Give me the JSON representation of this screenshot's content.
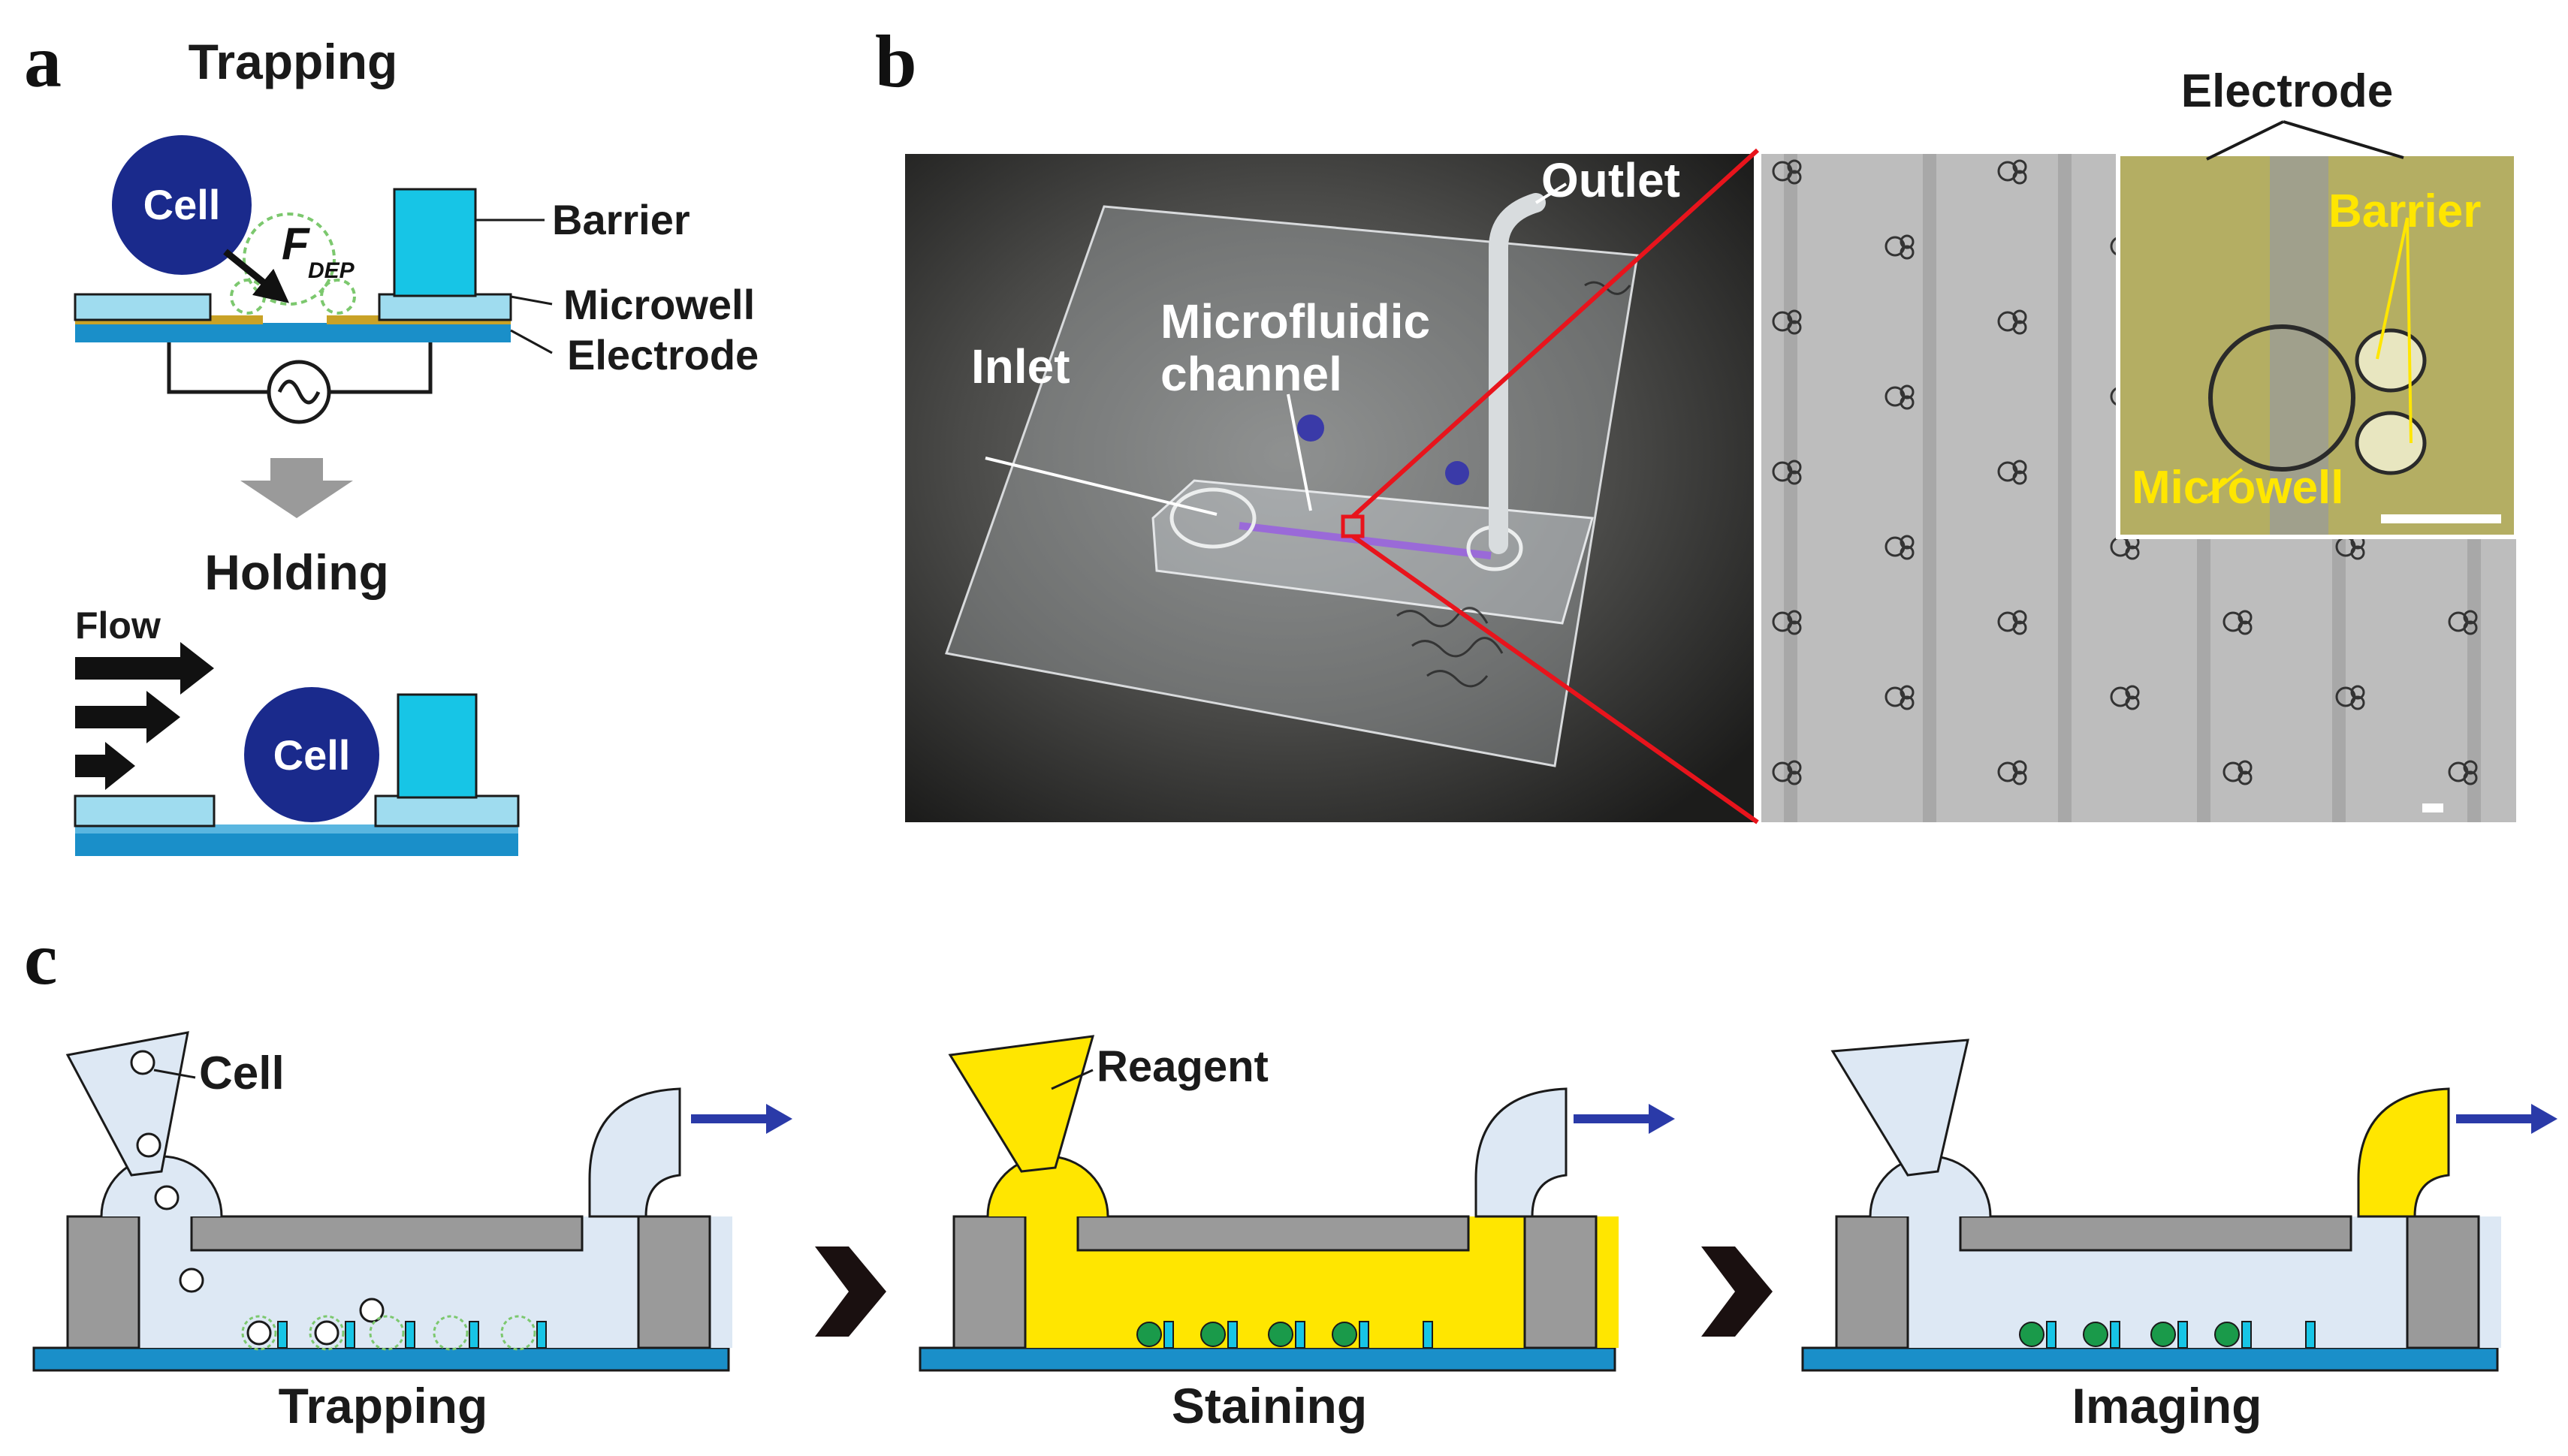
{
  "panel_letters": {
    "a": "a",
    "b": "b",
    "c": "c"
  },
  "panel_a": {
    "trapping_title": "Trapping",
    "holding_title": "Holding",
    "cell": "Cell",
    "force_symbol": "F",
    "force_subscript": "DEP",
    "barrier": "Barrier",
    "microwell": "Microwell",
    "electrode": "Electrode",
    "flow": "Flow"
  },
  "panel_b": {
    "outlet": "Outlet",
    "microfluidic": "Microfluidic",
    "channel": "channel",
    "inlet": "Inlet",
    "electrode": "Electrode",
    "barrier": "Barrier",
    "microwell": "Microwell"
  },
  "panel_c": {
    "cell": "Cell",
    "reagent": "Reagent",
    "step1": "Trapping",
    "step2": "Staining",
    "step3": "Imaging"
  },
  "colors": {
    "navy": "#1a2a8c",
    "cyan": "#17c5e6",
    "light_cyan": "#9fdcef",
    "electrode_blue": "#1a8fc9",
    "gold": "#c9a227",
    "dep_green": "#7cc86e",
    "yellow": "#ffe600",
    "pale_blue": "#dde8f4",
    "gray": "#9a9a9a",
    "arrow_blue": "#2a3aa8",
    "stained_green": "#1a9a4a",
    "red": "#e8141c"
  }
}
